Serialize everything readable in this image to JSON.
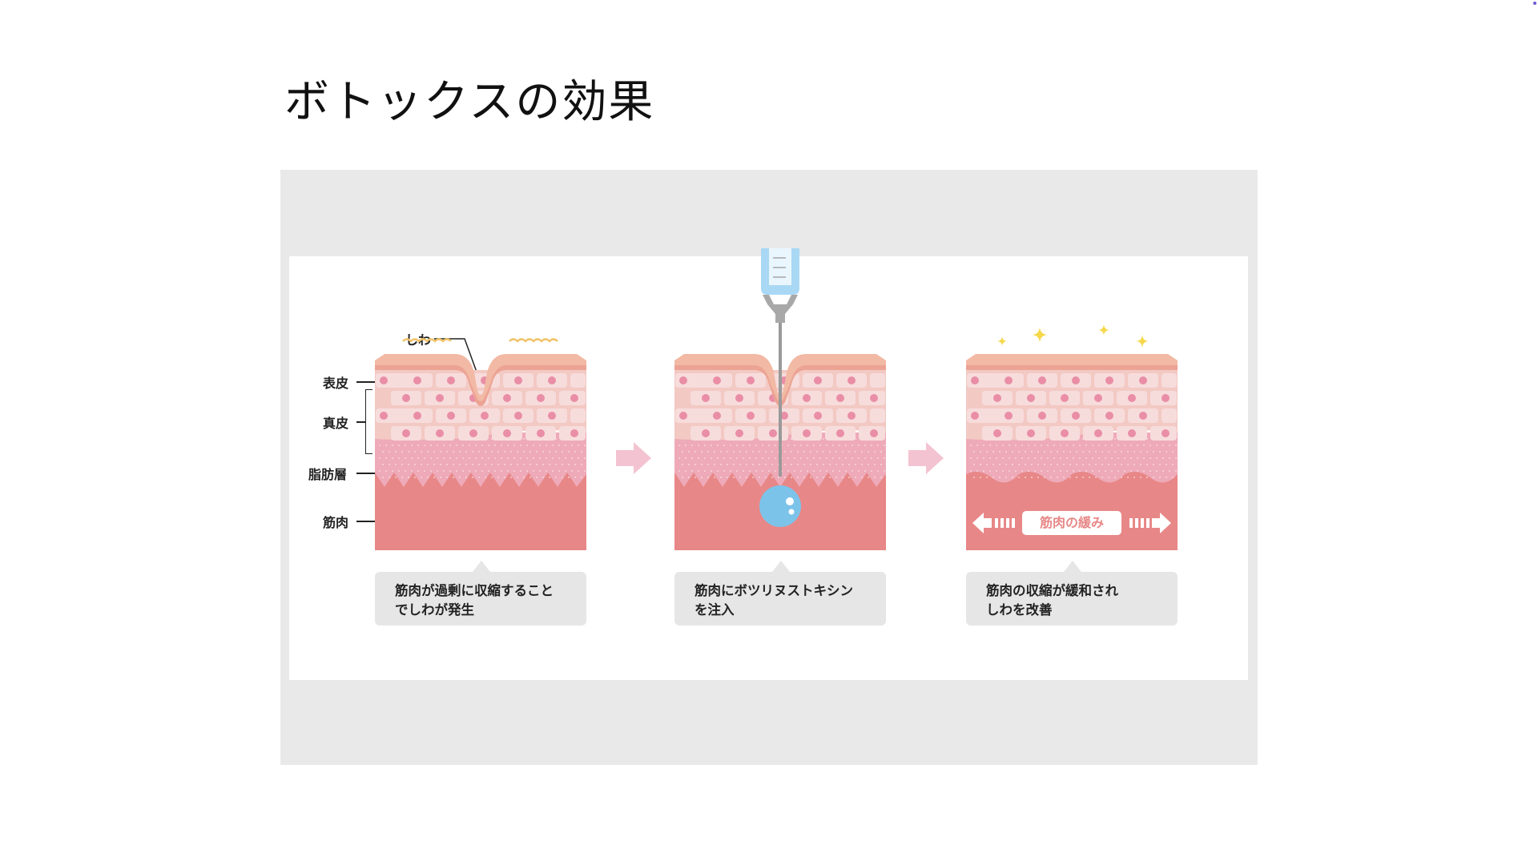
{
  "title": "ボトックスの効果",
  "labels": {
    "wrinkle": "しわ",
    "epidermis": "表皮",
    "dermis": "真皮",
    "fat": "脂肪層",
    "muscle": "筋肉"
  },
  "panels": [
    {
      "caption": [
        "筋肉が過剰に収縮すること",
        "でしわが発生"
      ]
    },
    {
      "caption": [
        "筋肉にボツリヌストキシン",
        "を注入"
      ]
    },
    {
      "caption": [
        "筋肉の収縮が緩和され",
        "しわを改善"
      ],
      "badge": "筋肉の緩み"
    }
  ],
  "colors": {
    "epidermis": "#f2b9a4",
    "dermis": "#f7dcdc",
    "cell_dot": "#e98ea6",
    "fat": "#eeaab8",
    "muscle": "#e88787",
    "arrow": "#f4c3d1",
    "sparkle": "#f6d84a",
    "drop": "#7cc3ea"
  }
}
